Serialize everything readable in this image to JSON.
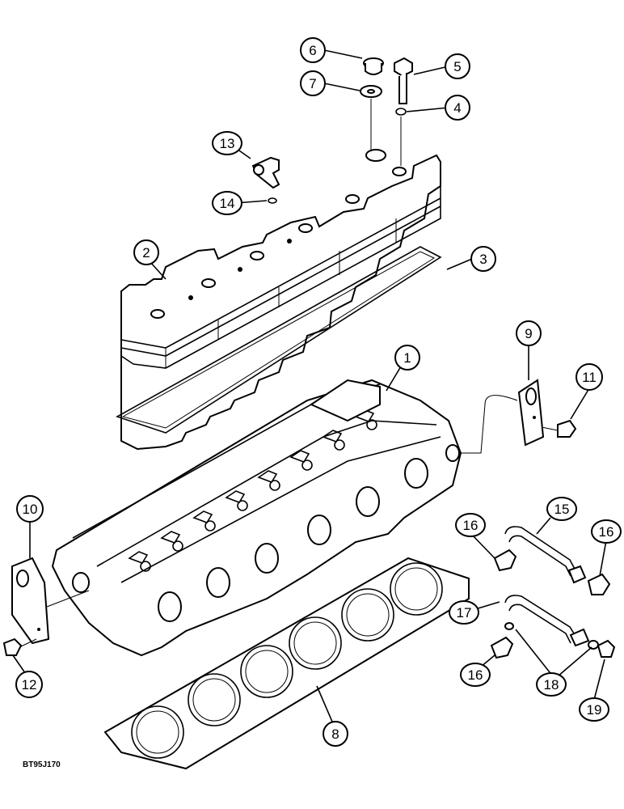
{
  "diagram": {
    "image_code": "BT95J170",
    "callouts": [
      "1",
      "2",
      "3",
      "4",
      "5",
      "6",
      "7",
      "8",
      "9",
      "10",
      "11",
      "12",
      "13",
      "14",
      "15",
      "16",
      "16",
      "16",
      "17",
      "18",
      "18",
      "19"
    ]
  },
  "colors": {
    "ink": "#000000",
    "paper": "#ffffff"
  }
}
